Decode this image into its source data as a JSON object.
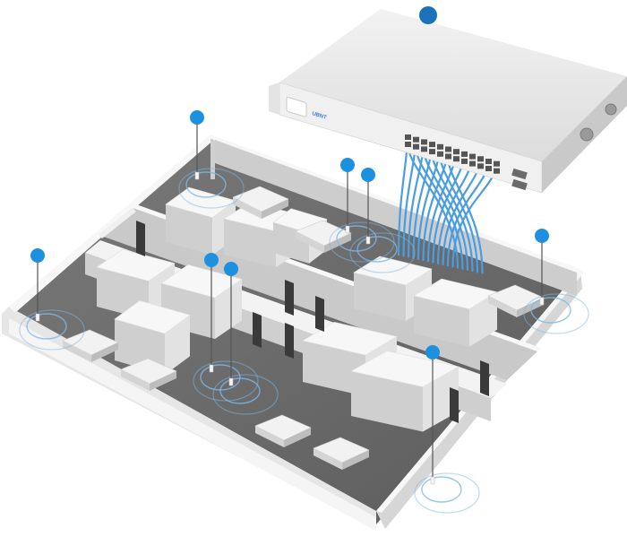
{
  "switch": {
    "brand_logo": "UBNT",
    "icon": "network-switch-icon",
    "accent_color": "#1a73b8"
  },
  "colors": {
    "wall_top": "#f4f4f4",
    "wall_side": "#d9d9d9",
    "wall_dark": "#bdbdbd",
    "floor": "#6e6e6e",
    "floor_dark": "#5a5a5a",
    "marker": "#1e90e0",
    "cable": "#4a9de0",
    "signal": "#7fb8e8"
  },
  "access_points": [
    {
      "id": "ap-1",
      "icon": "access-point-marker-icon"
    },
    {
      "id": "ap-2",
      "icon": "access-point-marker-icon"
    },
    {
      "id": "ap-3",
      "icon": "access-point-marker-icon"
    },
    {
      "id": "ap-4",
      "icon": "access-point-marker-icon"
    },
    {
      "id": "ap-5",
      "icon": "access-point-marker-icon"
    },
    {
      "id": "ap-6",
      "icon": "access-point-marker-icon"
    },
    {
      "id": "ap-7",
      "icon": "access-point-marker-icon"
    },
    {
      "id": "ap-8",
      "icon": "access-point-marker-icon"
    }
  ]
}
